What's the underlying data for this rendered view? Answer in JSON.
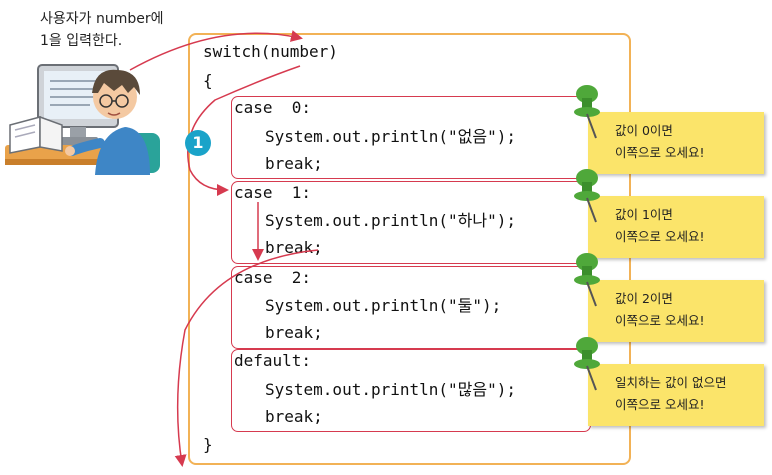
{
  "caption": {
    "line1": "사용자가 number에",
    "line2": "1을 입력한다."
  },
  "code": {
    "switch_line": "switch(number)",
    "open_brace": "{",
    "close_brace": "}",
    "cases": [
      {
        "label": "case  0:",
        "print": "System.out.println(\"없음\");",
        "brk": "break;"
      },
      {
        "label": "case  1:",
        "print": "System.out.println(\"하나\");",
        "brk": "break;"
      },
      {
        "label": "case  2:",
        "print": "System.out.println(\"둘\");",
        "brk": "break;"
      },
      {
        "label": "default:",
        "print": "System.out.println(\"많음\");",
        "brk": "break;"
      }
    ]
  },
  "notes": [
    {
      "line1": "값이 0이면",
      "line2": "이쪽으로 오세요!"
    },
    {
      "line1": "값이 1이면",
      "line2": "이쪽으로 오세요!"
    },
    {
      "line1": "값이 2이면",
      "line2": "이쪽으로 오세요!"
    },
    {
      "line1": "일치하는 값이 없으면",
      "line2": "이쪽으로 오세요!"
    }
  ],
  "step_badge": "1",
  "colors": {
    "frame": "#f2b256",
    "case_border": "#d63a4f",
    "note_bg": "#fbe46a",
    "badge": "#1aa3c9",
    "pin": "#4fa83a"
  },
  "icons": [
    "user-at-computer-illustration",
    "pushpin-icon",
    "step-number-badge"
  ]
}
